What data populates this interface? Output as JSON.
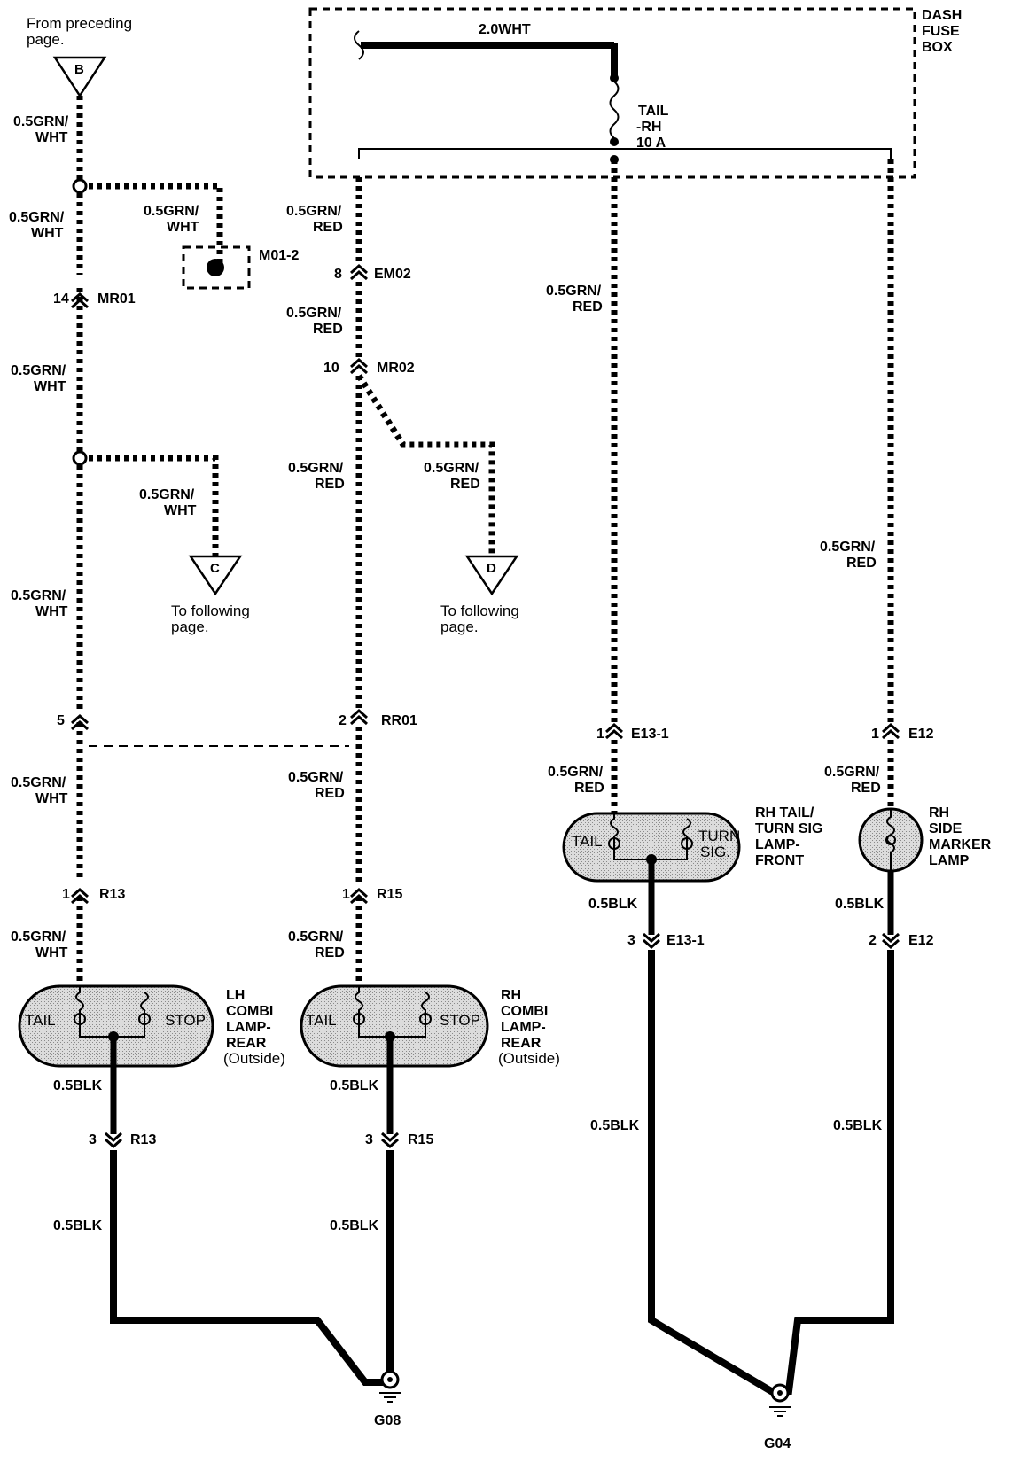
{
  "offpage": {
    "from_preceding": {
      "lines": [
        "From preceding",
        "page."
      ],
      "letter": "B"
    },
    "to_c": {
      "lines": [
        "To following",
        "page."
      ],
      "letter": "C"
    },
    "to_d": {
      "lines": [
        "To following",
        "page."
      ],
      "letter": "D"
    }
  },
  "fuse_box": {
    "title": [
      "DASH",
      "FUSE",
      "BOX"
    ],
    "main_wire": "2.0WHT",
    "fuse_label": [
      "TAIL",
      "-RH",
      "10 A"
    ]
  },
  "wire_labels": {
    "grn_wht": [
      "0.5GRN/",
      "WHT"
    ],
    "grn_red": [
      "0.5GRN/",
      "RED"
    ],
    "blk": "0.5BLK"
  },
  "connectors": {
    "mr01": {
      "pin": "14",
      "name": "MR01"
    },
    "m01_2": {
      "name": "M01-2"
    },
    "em02": {
      "pin": "8",
      "name": "EM02"
    },
    "mr02": {
      "pin": "10",
      "name": "MR02"
    },
    "rr01_left": {
      "pin": "5"
    },
    "rr01_right": {
      "pin": "2",
      "name": "RR01"
    },
    "r13_top": {
      "pin": "1",
      "name": "R13"
    },
    "r15_top": {
      "pin": "1",
      "name": "R15"
    },
    "r13_bot": {
      "pin": "3",
      "name": "R13"
    },
    "r15_bot": {
      "pin": "3",
      "name": "R15"
    },
    "e13_1_top": {
      "pin": "1",
      "name": "E13-1"
    },
    "e12_top": {
      "pin": "1",
      "name": "E12"
    },
    "e13_1_bot": {
      "pin": "3",
      "name": "E13-1"
    },
    "e12_bot": {
      "pin": "2",
      "name": "E12"
    }
  },
  "lamps": {
    "lh_combi": {
      "left": "TAIL",
      "right": "STOP",
      "label": [
        "LH",
        "COMBI",
        "LAMP-",
        "REAR",
        "(Outside)"
      ]
    },
    "rh_combi": {
      "left": "TAIL",
      "right": "STOP",
      "label": [
        "RH",
        "COMBI",
        "LAMP-",
        "REAR",
        "(Outside)"
      ]
    },
    "rh_tail_turn": {
      "left": "TAIL",
      "right": [
        "TURN",
        "SIG."
      ],
      "label": [
        "RH TAIL/",
        "TURN SIG",
        "LAMP-",
        "FRONT"
      ]
    },
    "rh_side_marker": {
      "label": [
        "RH",
        "SIDE",
        "MARKER",
        "LAMP"
      ]
    }
  },
  "grounds": {
    "g08": "G08",
    "g04": "G04"
  }
}
